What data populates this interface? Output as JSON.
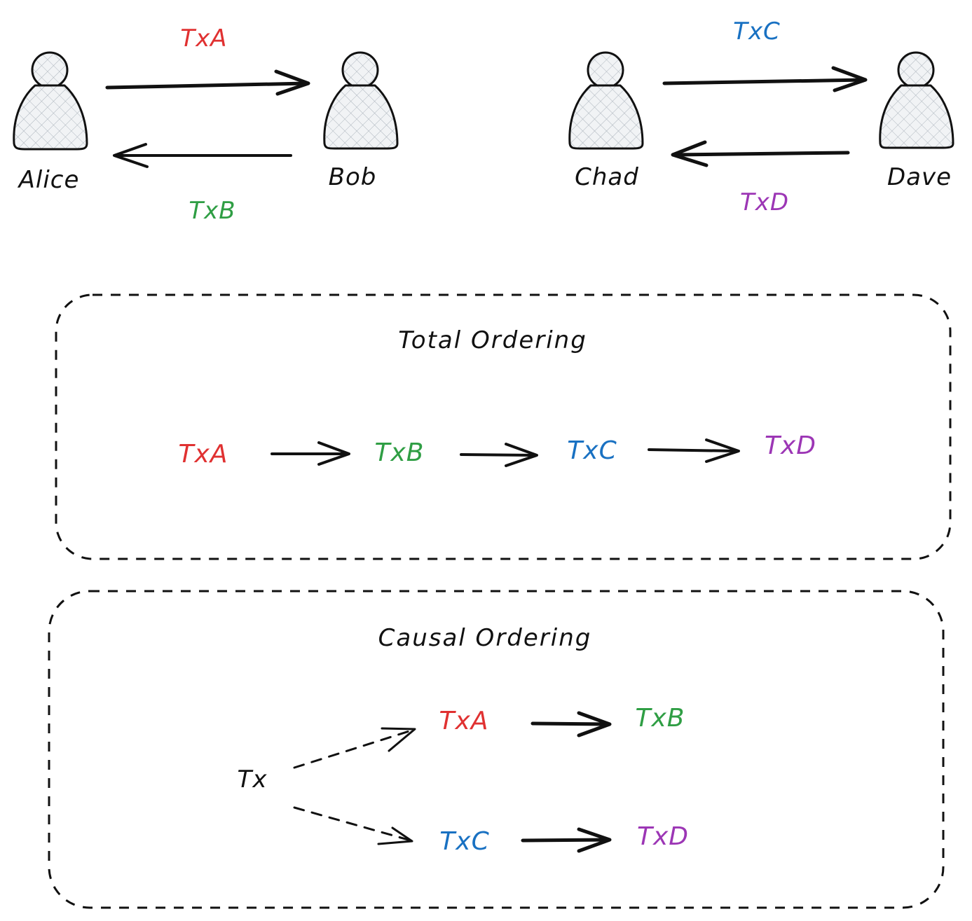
{
  "colors": {
    "txa": "#e03131",
    "txb": "#2f9e44",
    "txc": "#1971c2",
    "txd": "#9c36b5",
    "ink": "#111111",
    "person_fill": "#e9ecef"
  },
  "icons": {
    "person": "person-icon",
    "arrow": "arrow-right-icon"
  },
  "people": {
    "alice": "Alice",
    "bob": "Bob",
    "chad": "Chad",
    "dave": "Dave"
  },
  "transfers": {
    "alice_to_bob": "TxA",
    "bob_to_alice": "TxB",
    "chad_to_dave": "TxC",
    "dave_to_chad": "TxD"
  },
  "total_ordering": {
    "title": "Total Ordering",
    "sequence": [
      "TxA",
      "TxB",
      "TxC",
      "TxD"
    ]
  },
  "causal_ordering": {
    "title": "Causal Ordering",
    "root": "Tx",
    "branch_one": [
      "TxA",
      "TxB"
    ],
    "branch_two": [
      "TxC",
      "TxD"
    ]
  }
}
